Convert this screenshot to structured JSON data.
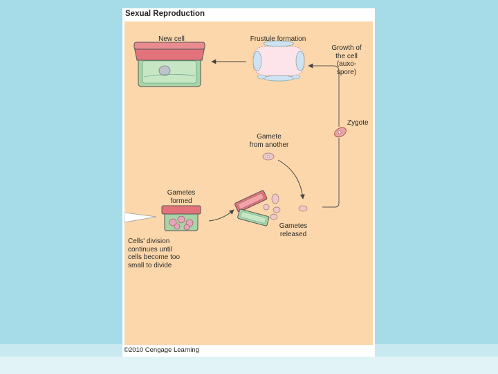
{
  "figure": {
    "title": "Sexual Reproduction",
    "copyright": "©2010 Cengage Learning"
  },
  "labels": {
    "new_cell": "New cell",
    "frustule_formation": "Frustule formation",
    "growth_1": "Growth of",
    "growth_2": "the cell",
    "growth_3": "(auxo-",
    "growth_4": "spore)",
    "zygote": "Zygote",
    "gamete_1": "Gamete",
    "gamete_2": "from another",
    "gametes_formed_1": "Gametes",
    "gametes_formed_2": "formed",
    "gametes_released_1": "Gametes",
    "gametes_released_2": "released",
    "division_1": "Cells' division",
    "division_2": "continues until",
    "division_3": "cells become too",
    "division_4": "small to divide"
  },
  "colors": {
    "background": "#a6dbe8",
    "panel": "#fbd7ab",
    "frustule_red": "#e3737b",
    "frustule_green": "#a7d3a7"
  }
}
